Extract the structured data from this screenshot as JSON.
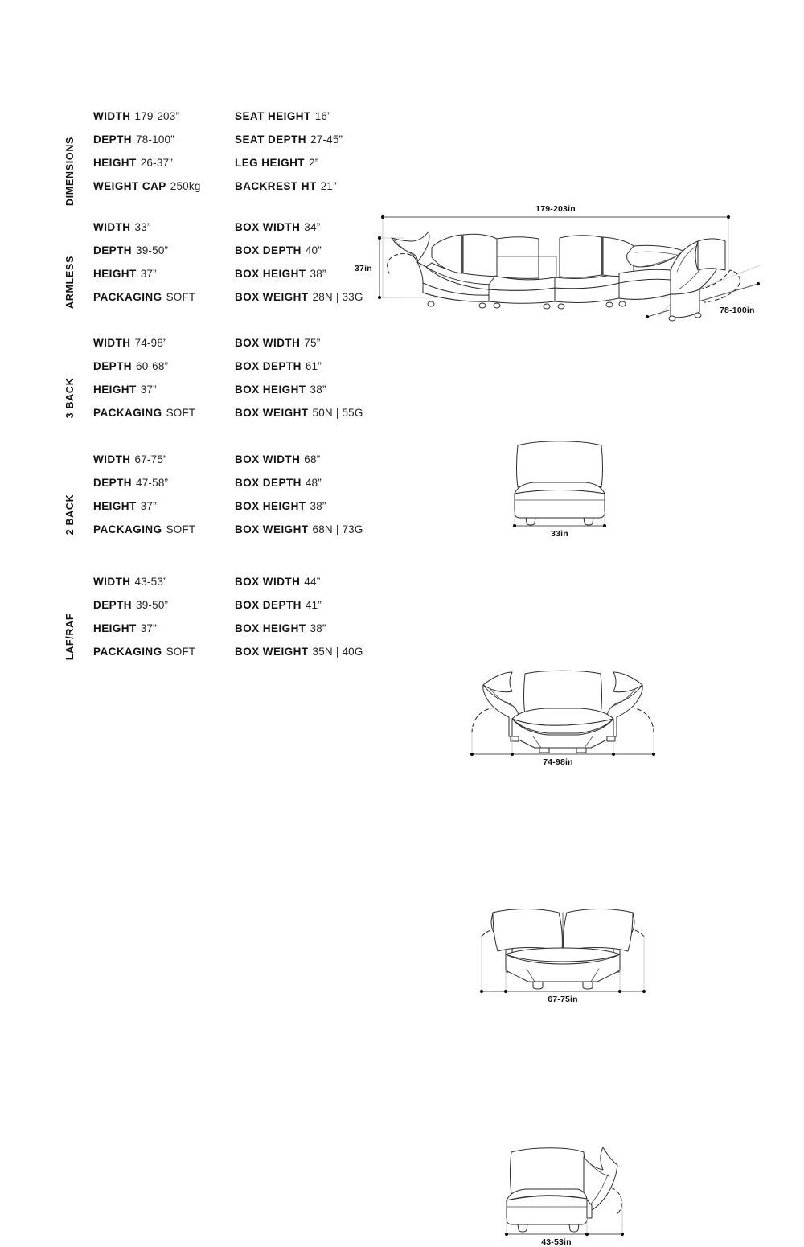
{
  "page": {
    "background": "#ffffff",
    "ink": "#2b2b2b"
  },
  "sections": [
    {
      "key": "dimensions",
      "label": "DIMENSIONS",
      "col_a": [
        {
          "label": "WIDTH",
          "value": "179-203”"
        },
        {
          "label": "DEPTH",
          "value": "78-100”"
        },
        {
          "label": "HEIGHT",
          "value": "26-37”"
        },
        {
          "label": "WEIGHT CAP",
          "value": "250kg"
        }
      ],
      "col_b": [
        {
          "label": "SEAT HEIGHT",
          "value": "16”"
        },
        {
          "label": "SEAT DEPTH",
          "value": "27-45”"
        },
        {
          "label": "LEG HEIGHT",
          "value": "2”"
        },
        {
          "label": "BACKREST HT",
          "value": "21”"
        }
      ],
      "drawing": {
        "name": "curved-sectional-sofa",
        "dim_width": "179-203in",
        "dim_height": "37in",
        "dim_depth": "78-100in"
      }
    },
    {
      "key": "armless",
      "label": "ARMLESS",
      "col_a": [
        {
          "label": "WIDTH",
          "value": "33”"
        },
        {
          "label": "DEPTH",
          "value": "39-50”"
        },
        {
          "label": "HEIGHT",
          "value": "37”"
        },
        {
          "label": "PACKAGING",
          "value": "SOFT"
        }
      ],
      "col_b": [
        {
          "label": "BOX WIDTH",
          "value": "34”"
        },
        {
          "label": "BOX DEPTH",
          "value": "40”"
        },
        {
          "label": "BOX HEIGHT",
          "value": "38”"
        },
        {
          "label": "BOX WEIGHT",
          "value": "28N | 33G"
        }
      ],
      "drawing": {
        "name": "armless-module",
        "dim_width": "33in"
      }
    },
    {
      "key": "three_back",
      "label": "3 BACK",
      "col_a": [
        {
          "label": "WIDTH",
          "value": "74-98”"
        },
        {
          "label": "DEPTH",
          "value": "60-68”"
        },
        {
          "label": "HEIGHT",
          "value": "37”"
        },
        {
          "label": "PACKAGING",
          "value": "SOFT"
        }
      ],
      "col_b": [
        {
          "label": "BOX WIDTH",
          "value": "75”"
        },
        {
          "label": "BOX DEPTH",
          "value": "61”"
        },
        {
          "label": "BOX HEIGHT",
          "value": "38”"
        },
        {
          "label": "BOX WEIGHT",
          "value": "50N | 55G"
        }
      ],
      "drawing": {
        "name": "three-back-module",
        "dim_width": "74-98in"
      }
    },
    {
      "key": "two_back",
      "label": "2 BACK",
      "col_a": [
        {
          "label": "WIDTH",
          "value": "67-75”"
        },
        {
          "label": "DEPTH",
          "value": "47-58”"
        },
        {
          "label": "HEIGHT",
          "value": "37”"
        },
        {
          "label": "PACKAGING",
          "value": "SOFT"
        }
      ],
      "col_b": [
        {
          "label": "BOX WIDTH",
          "value": "68”"
        },
        {
          "label": "BOX DEPTH",
          "value": "48”"
        },
        {
          "label": "BOX HEIGHT",
          "value": "38”"
        },
        {
          "label": "BOX WEIGHT",
          "value": "68N | 73G"
        }
      ],
      "drawing": {
        "name": "two-back-module",
        "dim_width": "67-75in"
      }
    },
    {
      "key": "laf_raf",
      "label": "LAF/RAF",
      "col_a": [
        {
          "label": "WIDTH",
          "value": "43-53”"
        },
        {
          "label": "DEPTH",
          "value": "39-50”"
        },
        {
          "label": "HEIGHT",
          "value": "37”"
        },
        {
          "label": "PACKAGING",
          "value": "SOFT"
        }
      ],
      "col_b": [
        {
          "label": "BOX WIDTH",
          "value": "44”"
        },
        {
          "label": "BOX DEPTH",
          "value": "41”"
        },
        {
          "label": "BOX HEIGHT",
          "value": "38”"
        },
        {
          "label": "BOX WEIGHT",
          "value": "35N | 40G"
        }
      ],
      "drawing": {
        "name": "laf-raf-module",
        "dim_width": "43-53in"
      }
    }
  ]
}
